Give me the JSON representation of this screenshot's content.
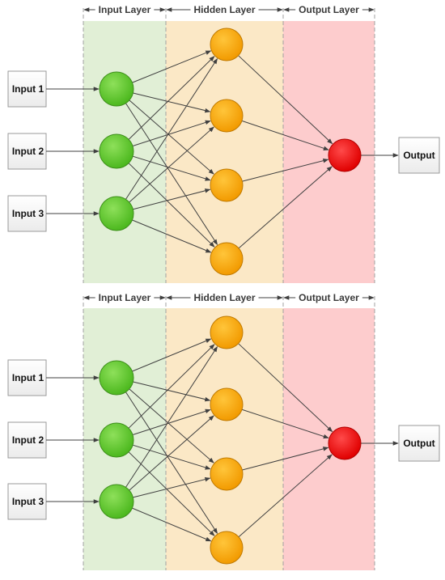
{
  "colors": {
    "input_band": "#e1efd6",
    "hidden_band": "#fbe8c6",
    "output_band": "#fdcccd",
    "input_node": "#66cc33",
    "hidden_node": "#ffaa00",
    "output_node": "#ff0000",
    "arrow": "#404040"
  },
  "diagrams": [
    {
      "layers": {
        "input": "Input Layer",
        "hidden": "Hidden Layer",
        "output": "Output Layer"
      },
      "inputs": [
        "Input 1",
        "Input 2",
        "Input 3"
      ],
      "output": "Output"
    },
    {
      "layers": {
        "input": "Input Layer",
        "hidden": "Hidden Layer",
        "output": "Output Layer"
      },
      "inputs": [
        "Input 1",
        "Input 2",
        "Input 3"
      ],
      "output": "Output"
    }
  ]
}
